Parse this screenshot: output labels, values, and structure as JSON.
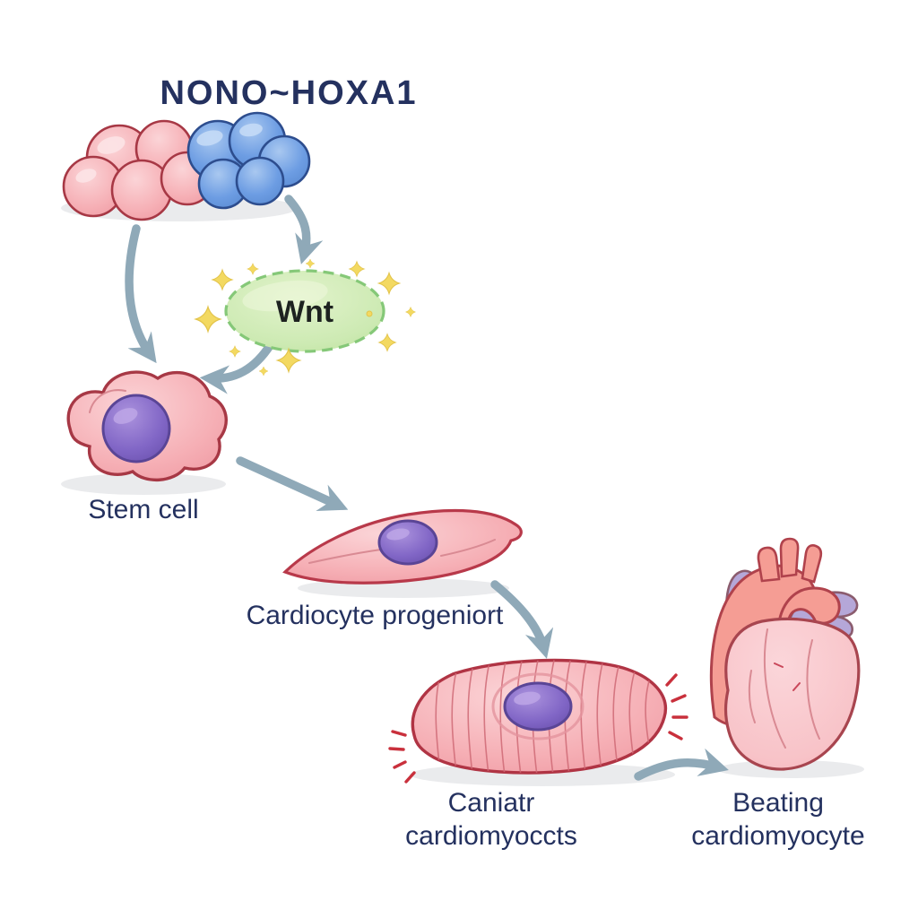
{
  "title": "NONO~HOXA1",
  "labels": {
    "wnt": "Wnt",
    "stem_cell": "Stem cell",
    "progenitor": "Cardiocyte progeniort",
    "immature_line1": "Caniatr",
    "immature_line2": "cardiomyoccts",
    "beating_line1": "Beating",
    "beating_line2": "cardiomyocyte"
  },
  "colors": {
    "text_navy": "#24315f",
    "arrow": "#8fa9b8",
    "pink_cell": "#f6b0b6",
    "pink_outline": "#a73845",
    "blue_cell": "#6d9de3",
    "blue_outline": "#2d4d8e",
    "wnt_fill": "#cdeab3",
    "wnt_border": "#85c878",
    "sparkle": "#f3d961",
    "nucleus": "#8166c6",
    "nucleus_outline": "#5a4596",
    "heart_salmon": "#f59d94",
    "heart_vessel_purple": "#b5a7d8",
    "heart_body_pink": "#f8c3c8",
    "motion_dash": "#c9303c",
    "shadow": "#e6e8ea"
  },
  "flow": {
    "edges": [
      {
        "from": "pink-cell-cluster",
        "to": "stem-cell"
      },
      {
        "from": "blue-cell-cluster",
        "to": "wnt-signal"
      },
      {
        "from": "wnt-signal",
        "to": "stem-cell"
      },
      {
        "from": "stem-cell",
        "to": "cardiocyte-progenitor"
      },
      {
        "from": "cardiocyte-progenitor",
        "to": "cardiomyocyte"
      },
      {
        "from": "cardiomyocyte",
        "to": "beating-cardiomyocyte"
      }
    ]
  }
}
